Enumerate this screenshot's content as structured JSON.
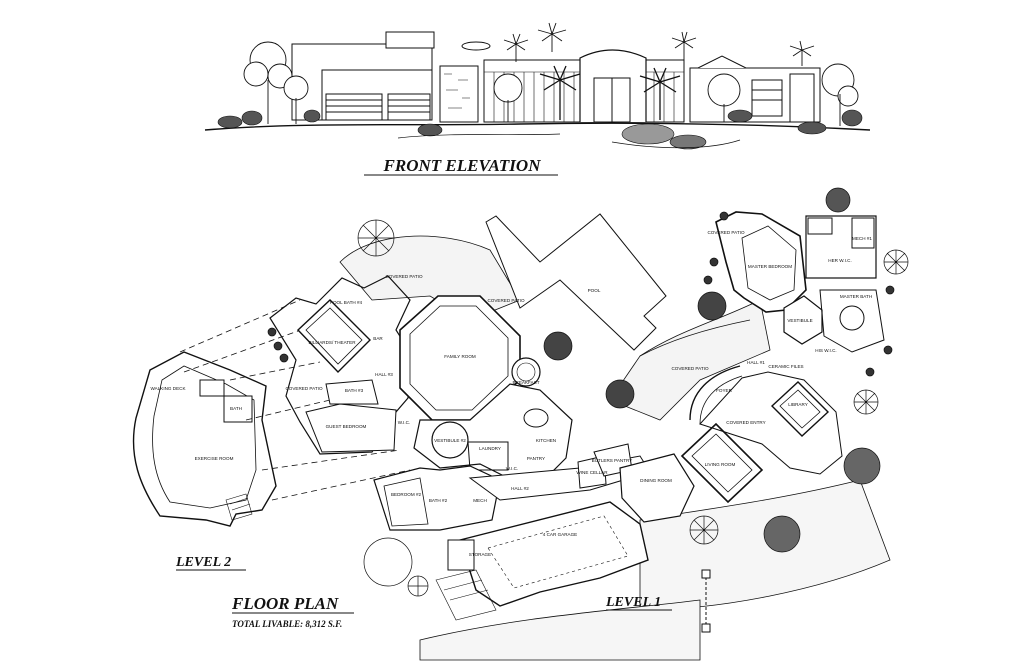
{
  "titles": {
    "front_elevation": "FRONT ELEVATION",
    "floor_plan": "FLOOR PLAN",
    "total_livable": "TOTAL LIVABLE: 8,312 S.F.",
    "level_1": "LEVEL 1",
    "level_2": "LEVEL 2"
  },
  "rooms": {
    "covered_patio_a": "COVERED PATIO",
    "covered_patio_b": "COVERED PATIO",
    "covered_patio_c": "COVERED PATIO",
    "covered_patio_d": "COVERED PATIO",
    "covered_patio_e": "COVERED PATIO",
    "pool": "POOL",
    "pool_bath": "POOL BATH #4",
    "bar": "BAR",
    "billiards": "BILLIARDS/ THEATER",
    "family_room": "FAMILY ROOM",
    "breakfast": "BREAKFAST",
    "hall_3": "HALL #3",
    "bath_3": "BATH #3",
    "guest_bedroom": "GUEST BEDROOM",
    "walking_deck": "WALKING DECK",
    "exercise_room": "EXERCISE ROOM",
    "bath_l2": "BATH",
    "vestibule_2": "VESTIBULE #2",
    "kitchen": "KITCHEN",
    "pantry": "PANTRY",
    "laundry": "LAUNDRY",
    "wic_a": "W.I.C.",
    "wic_b": "W.I.C.",
    "hall_2": "HALL #2",
    "bedroom_2": "BEDROOM #2",
    "bath_2": "BATH #2",
    "mech": "MECH",
    "wine_cellar": "WINE CELLAR",
    "butlers_pantry": "BUTLERS PANTRY",
    "dining_room": "DINING ROOM",
    "living_room": "LIVING ROOM",
    "foyer": "FOYER",
    "covered_entry": "COVERED ENTRY",
    "library": "LIBRARY",
    "hall_1": "HALL #1",
    "vestibule": "VESTIBULE",
    "master_bedroom": "MASTER BEDROOM",
    "master_bath": "MASTER BATH",
    "his_wic": "HIS W.I.C.",
    "her_wic": "HER W.I.C.",
    "mech_1": "MECH #1",
    "car_garage": "4 CAR GARAGE",
    "storage": "STORAGE",
    "ceramic_files": "CERAMIC FILES"
  }
}
